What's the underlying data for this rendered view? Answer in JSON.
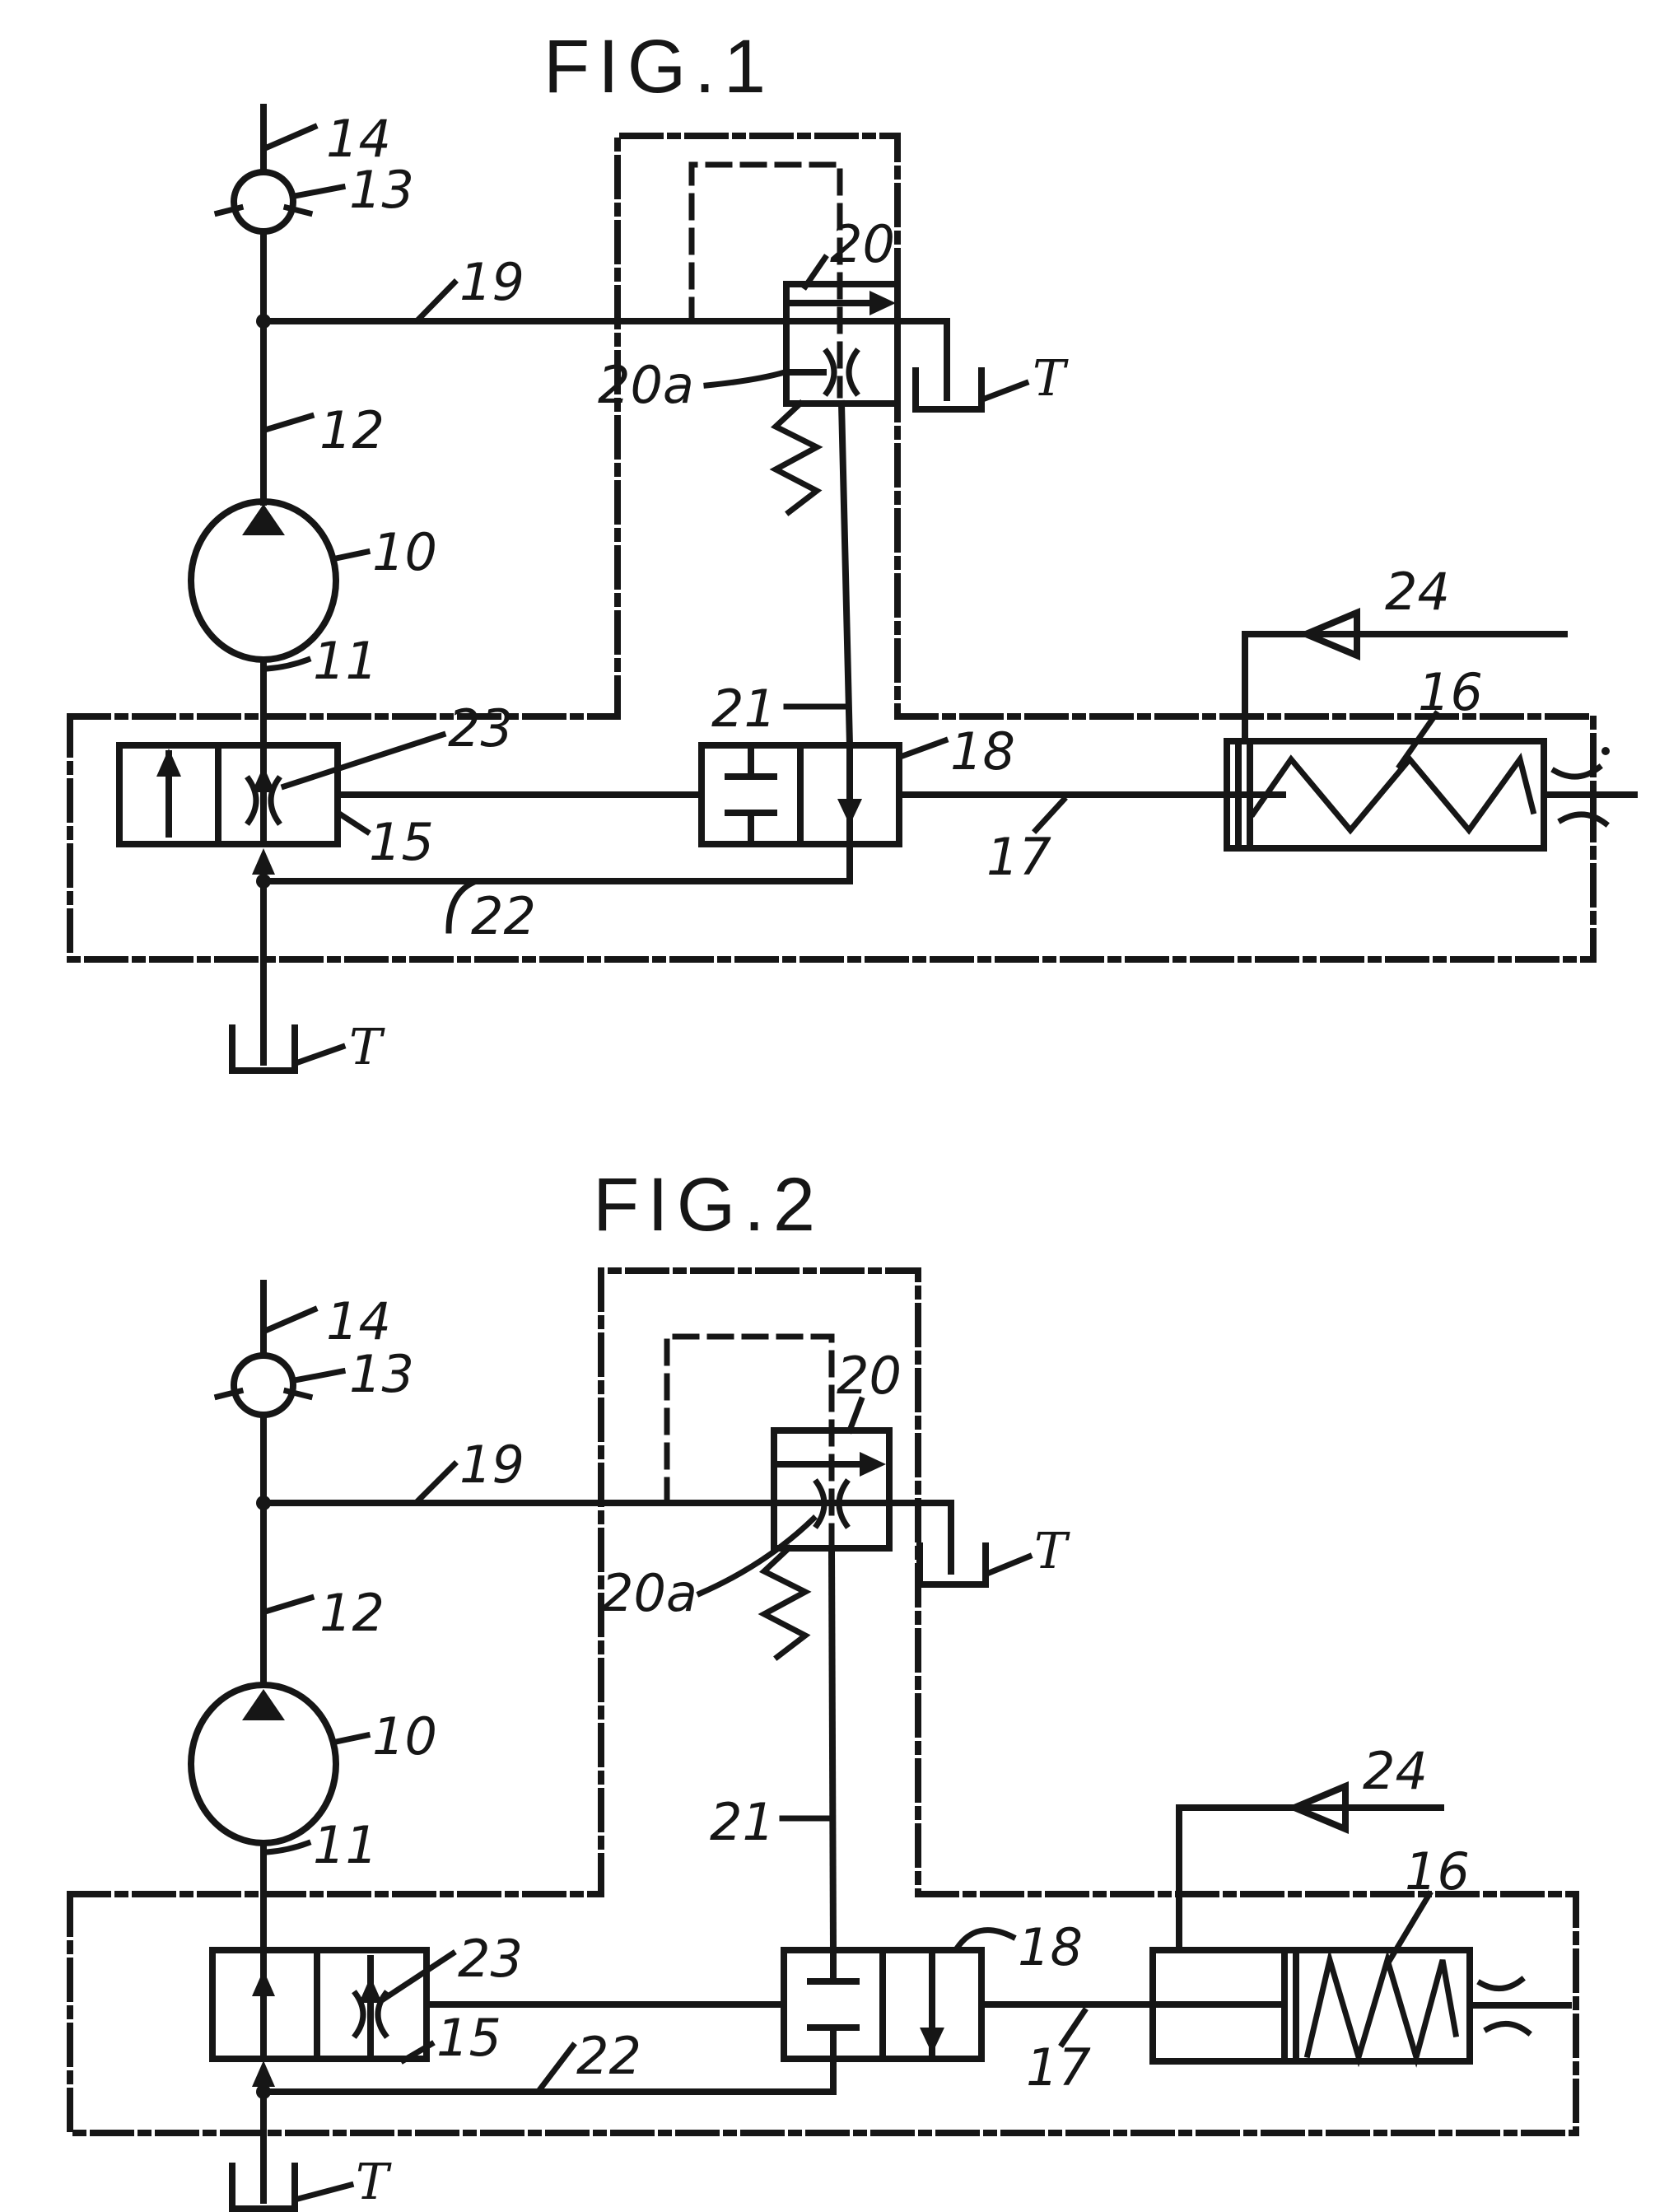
{
  "colors": {
    "ink": "#161616",
    "paper": "#ffffff"
  },
  "figures": [
    {
      "title": "FIG.1",
      "labels": {
        "n10": "10",
        "n11": "11",
        "n12": "12",
        "n13": "13",
        "n14": "14",
        "n15": "15",
        "n16": "16",
        "n17": "17",
        "n18": "18",
        "n19": "19",
        "n20": "20",
        "n20a": "20a",
        "n21": "21",
        "n22": "22",
        "n23": "23",
        "n24": "24",
        "tank_right": "T",
        "tank_bottom": "T"
      }
    },
    {
      "title": "FIG.2",
      "labels": {
        "n10": "10",
        "n11": "11",
        "n12": "12",
        "n13": "13",
        "n14": "14",
        "n15": "15",
        "n16": "16",
        "n17": "17",
        "n18": "18",
        "n19": "19",
        "n20": "20",
        "n20a": "20a",
        "n21": "21",
        "n22": "22",
        "n23": "23",
        "n24": "24",
        "tank_right": "T",
        "tank_bottom": "T"
      }
    }
  ]
}
